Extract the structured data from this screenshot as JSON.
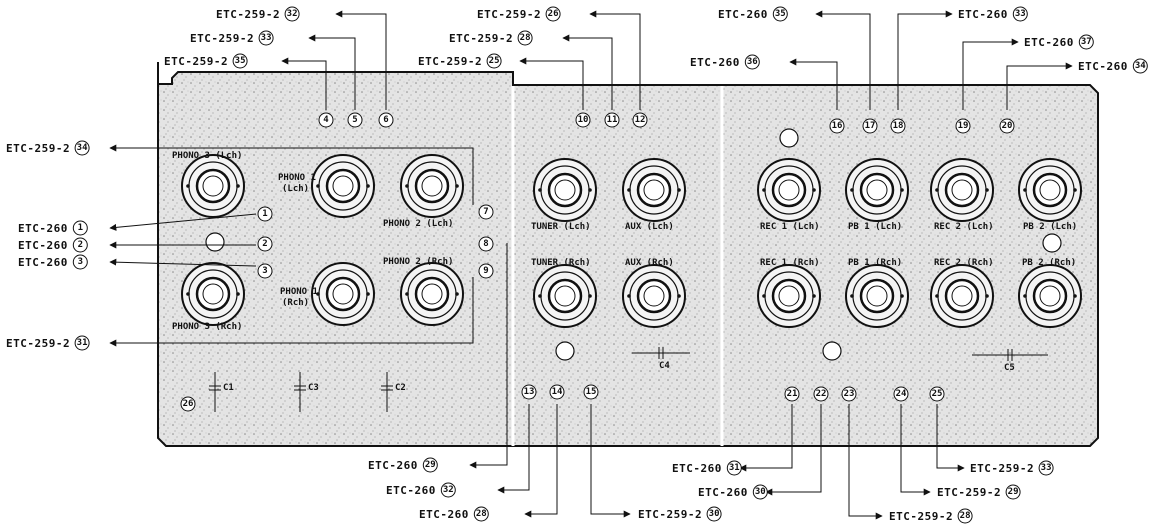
{
  "callouts_left": [
    {
      "ref": "ETC-259-2",
      "num": "32"
    },
    {
      "ref": "ETC-259-2",
      "num": "33"
    },
    {
      "ref": "ETC-259-2",
      "num": "35"
    },
    {
      "ref": "ETC-259-2",
      "num": "34"
    },
    {
      "ref": "ETC-260",
      "num": "1"
    },
    {
      "ref": "ETC-260",
      "num": "2"
    },
    {
      "ref": "ETC-260",
      "num": "3"
    },
    {
      "ref": "ETC-259-2",
      "num": "31"
    }
  ],
  "callouts_top_mid": [
    {
      "ref": "ETC-259-2",
      "num": "26"
    },
    {
      "ref": "ETC-259-2",
      "num": "28"
    },
    {
      "ref": "ETC-259-2",
      "num": "25"
    }
  ],
  "callouts_top_right": [
    {
      "ref": "ETC-260",
      "num": "35"
    },
    {
      "ref": "ETC-260",
      "num": "33"
    },
    {
      "ref": "ETC-260",
      "num": "37"
    },
    {
      "ref": "ETC-260",
      "num": "36"
    },
    {
      "ref": "ETC-260",
      "num": "34"
    }
  ],
  "callouts_bottom": [
    {
      "ref": "ETC-260",
      "num": "29"
    },
    {
      "ref": "ETC-260",
      "num": "32"
    },
    {
      "ref": "ETC-260",
      "num": "28"
    },
    {
      "ref": "ETC-259-2",
      "num": "30"
    },
    {
      "ref": "ETC-260",
      "num": "31"
    },
    {
      "ref": "ETC-260",
      "num": "30"
    },
    {
      "ref": "ETC-259-2",
      "num": "28"
    },
    {
      "ref": "ETC-259-2",
      "num": "33"
    },
    {
      "ref": "ETC-259-2",
      "num": "29"
    }
  ],
  "jack_labels": {
    "phono3_l": "PHONO 3 (Lch)",
    "phono1_l_a": "PHONO 1",
    "phono1_l_b": "(Lch)",
    "phono2_l": "PHONO 2 (Lch)",
    "phono2_r": "PHONO 2 (Rch)",
    "phono1_r_a": "PHONO 1",
    "phono1_r_b": "(Rch)",
    "phono3_r": "PHONO 3 (Rch)",
    "tuner_l": "TUNER (Lch)",
    "aux_l": "AUX (Lch)",
    "tuner_r": "TUNER (Rch)",
    "aux_r": "AUX (Rch)",
    "rec1_l": "REC 1 (Lch)",
    "pb1_l": "PB 1 (Lch)",
    "rec2_l": "REC 2 (Lch)",
    "pb2_l": "PB 2 (Lch)",
    "rec1_r": "REC 1 (Rch)",
    "pb1_r": "PB 1 (Rch)",
    "rec2_r": "REC 2 (Rch)",
    "pb2_r": "PB 2 (Rch)"
  },
  "board_numbers": [
    "1",
    "2",
    "3",
    "4",
    "5",
    "6",
    "7",
    "8",
    "9",
    "10",
    "11",
    "12",
    "13",
    "14",
    "15",
    "16",
    "17",
    "18",
    "19",
    "20",
    "21",
    "22",
    "23",
    "24",
    "25",
    "26"
  ],
  "components": {
    "c1": "C1",
    "c2": "C2",
    "c3": "C3",
    "c4": "C4",
    "c5": "C5"
  }
}
